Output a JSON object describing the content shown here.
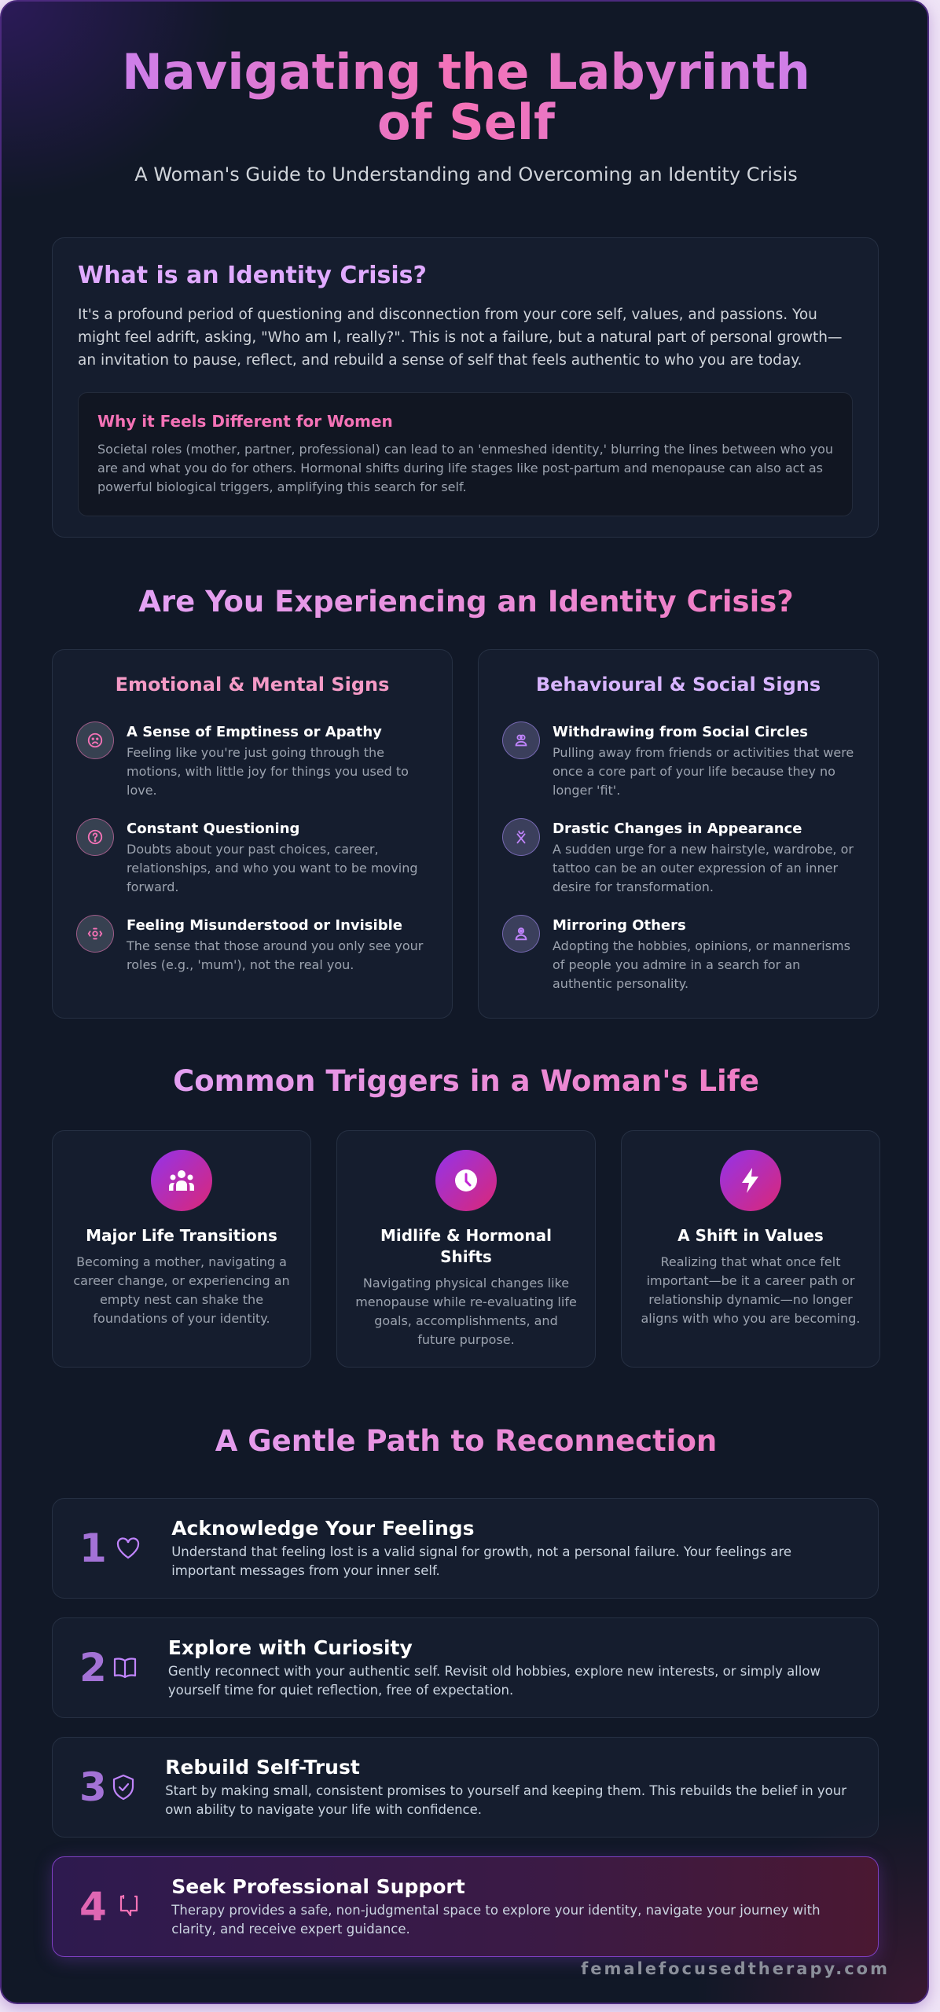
{
  "header": {
    "title": "Navigating the Labyrinth of Self",
    "subtitle": "A Woman's Guide to Understanding and Overcoming an Identity Crisis"
  },
  "intro": {
    "heading": "What is an Identity Crisis?",
    "body": "It's a profound period of questioning and disconnection from your core self, values, and passions. You might feel adrift, asking, \"Who am I, really?\". This is not a failure, but a natural part of personal growth—an invitation to pause, reflect, and rebuild a sense of self that feels authentic to who you are today.",
    "callout": {
      "heading": "Why it Feels Different for Women",
      "body": "Societal roles (mother, partner, professional) can lead to an 'enmeshed identity,' blurring the lines between who you are and what you do for others. Hormonal shifts during life stages like post-partum and menopause can also act as powerful biological triggers, amplifying this search for self."
    }
  },
  "signs": {
    "heading": "Are You Experiencing an Identity Crisis?",
    "emotional": {
      "heading": "Emotional & Mental Signs",
      "items": [
        {
          "icon": "sad-face-icon",
          "title": "A Sense of Emptiness or Apathy",
          "text": "Feeling like you're just going through the motions, with little joy for things you used to love."
        },
        {
          "icon": "question-circle-icon",
          "title": "Constant Questioning",
          "text": "Doubts about your past choices, career, relationships, and who you want to be moving forward."
        },
        {
          "icon": "focus-eye-icon",
          "title": "Feeling Misunderstood or Invisible",
          "text": "The sense that those around you only see your roles (e.g., 'mum'), not the real you."
        }
      ]
    },
    "behavioural": {
      "heading": "Behavioural & Social Signs",
      "items": [
        {
          "icon": "users-icon",
          "title": "Withdrawing from Social Circles",
          "text": "Pulling away from friends or activities that were once a core part of your life because they no longer 'fit'."
        },
        {
          "icon": "scissors-icon",
          "title": "Drastic Changes in Appearance",
          "text": "A sudden urge for a new hairstyle, wardrobe, or tattoo can be an outer expression of an inner desire for transformation."
        },
        {
          "icon": "user-mirror-icon",
          "title": "Mirroring Others",
          "text": "Adopting the hobbies, opinions, or mannerisms of people you admire in a search for an authentic personality."
        }
      ]
    }
  },
  "triggers": {
    "heading": "Common Triggers in a Woman's Life",
    "items": [
      {
        "icon": "group-icon",
        "title": "Major Life Transitions",
        "text": "Becoming a mother, navigating a career change, or experiencing an empty nest can shake the foundations of your identity."
      },
      {
        "icon": "clock-icon",
        "title": "Midlife & Hormonal Shifts",
        "text": "Navigating physical changes like menopause while re-evaluating life goals, accomplishments, and future purpose."
      },
      {
        "icon": "lightning-icon",
        "title": "A Shift in Values",
        "text": "Realizing that what once felt important—be it a career path or relationship dynamic—no longer aligns with who you are becoming."
      }
    ]
  },
  "path": {
    "heading": "A Gentle Path to Reconnection",
    "steps": [
      {
        "num": "1",
        "icon": "heart-icon",
        "title": "Acknowledge Your Feelings",
        "text": "Understand that feeling lost is a valid signal for growth, not a personal failure. Your feelings are important messages from your inner self."
      },
      {
        "num": "2",
        "icon": "book-icon",
        "title": "Explore with Curiosity",
        "text": "Gently reconnect with your authentic self. Revisit old hobbies, explore new interests, or simply allow yourself time for quiet reflection, free of expectation."
      },
      {
        "num": "3",
        "icon": "shield-check-icon",
        "title": "Rebuild Self-Trust",
        "text": "Start by making small, consistent promises to yourself and keeping them. This rebuilds the belief in your own ability to navigate your life with confidence."
      },
      {
        "num": "4",
        "icon": "chat-bubble-icon",
        "title": "Seek Professional Support",
        "text": "Therapy provides a safe, non-judgmental space to explore your identity, navigate your journey with clarity, and receive expert guidance."
      }
    ]
  },
  "footer": {
    "site": "femalefocusedtherapy.com"
  },
  "colors": {
    "background": "#111827",
    "accent_purple": "#c084fc",
    "accent_pink": "#f472b6",
    "step_number": "#a372d6"
  }
}
